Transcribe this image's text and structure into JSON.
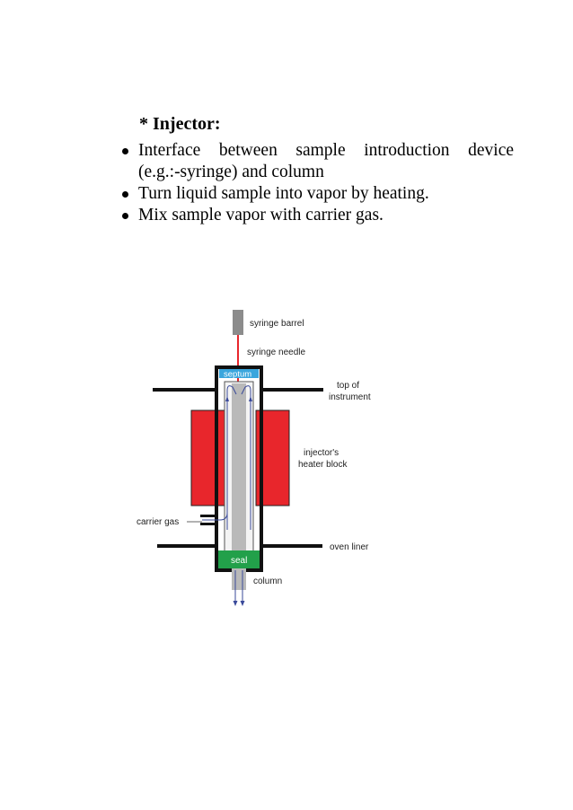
{
  "heading": "* Injector:",
  "bullets": [
    {
      "line1": "Interface between sample introduction device",
      "line2": "(e.g.:-syringe) and column"
    },
    {
      "line1": "Turn liquid sample into vapor by heating.",
      "line2": ""
    },
    {
      "line1": "Mix sample vapor with carrier gas.",
      "line2": ""
    }
  ],
  "diagram": {
    "labels": {
      "syringe_barrel": "syringe barrel",
      "syringe_needle": "syringe needle",
      "septum": "septum",
      "top_of": "top of",
      "instrument": "instrument",
      "injectors": "injector's",
      "heater_block": "heater block",
      "carrier_gas": "carrier gas",
      "oven_liner": "oven liner",
      "seal": "seal",
      "column": "column"
    },
    "colors": {
      "heater": "#e8262c",
      "septum": "#3aa6dd",
      "seal": "#22a04a",
      "needle": "#e8262c",
      "barrel": "#8c8c8c",
      "flow": "#3a4a9a"
    }
  }
}
